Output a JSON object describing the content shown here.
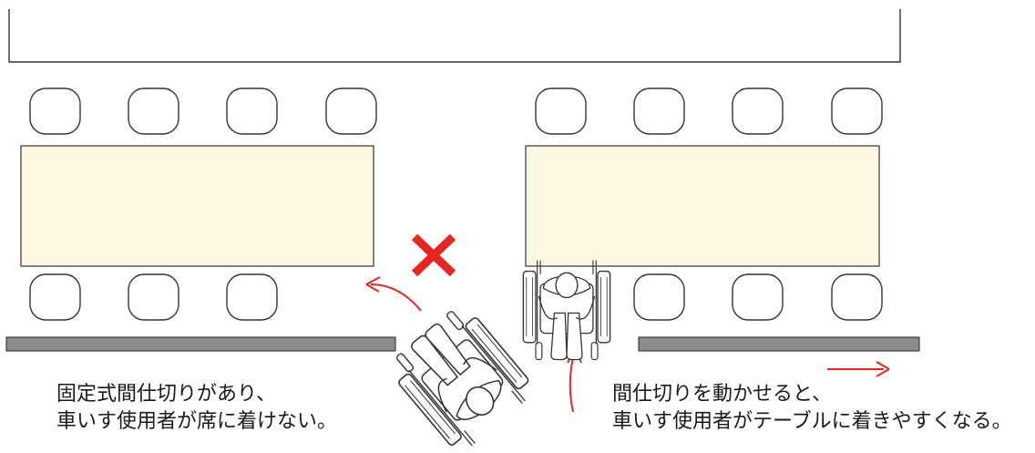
{
  "captions": {
    "left": {
      "line1": "固定式間仕切りがあり、",
      "line2": "車いす使用者が席に着けない。"
    },
    "right": {
      "line1": "間仕切りを動かせると、",
      "line2": "車いす使用者がテーブルに着きやすくなる。"
    }
  },
  "colors": {
    "table_fill": "#fdf8e2",
    "partition_fill": "#8c8c8c",
    "accent_red": "#e8251f",
    "line": "#333333"
  },
  "icons": {
    "blocked_mark": "cross-mark-icon",
    "wheelchair": "wheelchair-user-icon"
  }
}
